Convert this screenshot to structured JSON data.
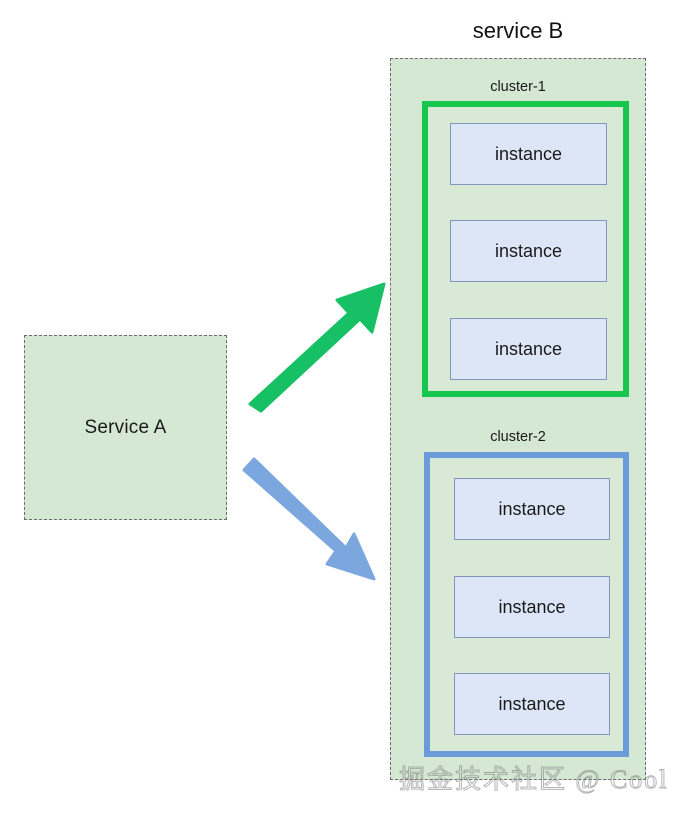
{
  "diagram": {
    "title_left": "Service A",
    "service_b": {
      "title": "service B",
      "clusters": [
        {
          "label": "cluster-1",
          "border_color": "#17c64f",
          "instances": [
            {
              "label": "instance"
            },
            {
              "label": "instance"
            },
            {
              "label": "instance"
            }
          ]
        },
        {
          "label": "cluster-2",
          "border_color": "#6c9bd9",
          "instances": [
            {
              "label": "instance"
            },
            {
              "label": "instance"
            },
            {
              "label": "instance"
            }
          ]
        }
      ]
    },
    "arrows": [
      {
        "name": "arrow-to-cluster-1",
        "color": "#17c064",
        "direction": "up-right"
      },
      {
        "name": "arrow-to-cluster-2",
        "color": "#7ba7de",
        "direction": "down-right"
      }
    ],
    "colors": {
      "service_fill": "#d5e8d4",
      "service_border": "#6b6b6b",
      "instance_fill": "#dde6f7",
      "instance_border": "#8296bb",
      "cluster1_border": "#17c64f",
      "cluster2_border": "#6c9bd9",
      "background": "#ffffff"
    },
    "watermark": "掘金技术社区 @ Cool"
  }
}
